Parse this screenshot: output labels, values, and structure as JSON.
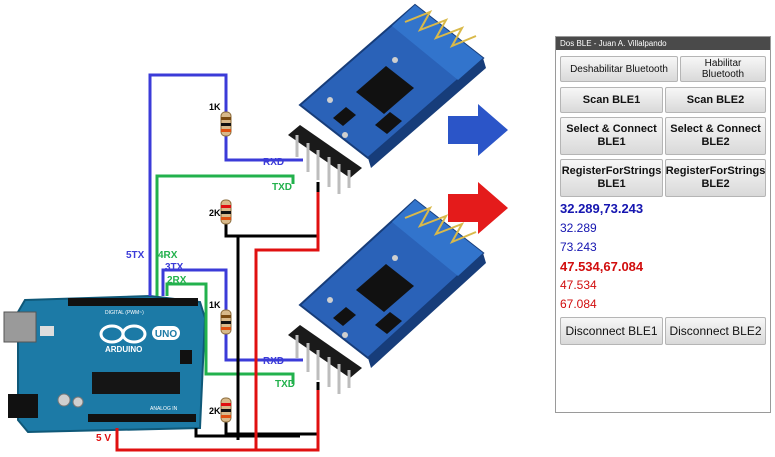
{
  "colors": {
    "blue_wire": "#3b3bd8",
    "green_wire": "#22b14c",
    "red_wire": "#e01010",
    "black_wire": "#000000",
    "ble1_text": "#1515b0",
    "ble2_text": "#d10d0d",
    "arrow_blue": "#2b55c8",
    "arrow_red": "#e41b1b"
  },
  "wiring": {
    "tx_label": "5TX",
    "rx_label": "4RX",
    "tx2_label": "3TX",
    "rx2_label": "2RX",
    "vcc_label": "5 V",
    "module1_rxd": "RXD",
    "module1_txd": "TXD",
    "module2_rxd": "RXD",
    "module2_txd": "TXD",
    "r1_top": "1K",
    "r1_bottom": "2K",
    "r2_top": "1K",
    "r2_bottom": "2K"
  },
  "board": {
    "brand": "ARDUINO",
    "model": "UNO",
    "digital_label": "DIGITAL (PWM~)",
    "analog_label": "ANALOG IN"
  },
  "app": {
    "title": "Dos BLE - Juan A. Villalpando",
    "btn_disable_bt": "Deshabilitar Bluetooth",
    "btn_enable_bt": "Habilitar Bluetooth",
    "btn_scan1": "Scan BLE1",
    "btn_scan2": "Scan BLE2",
    "btn_select1": "Select & Connect BLE1",
    "btn_select2": "Select & Connect BLE2",
    "btn_register1": "RegisterForStrings BLE1",
    "btn_register2": "RegisterForStrings BLE2",
    "ble1_combined": "32.289,73.243",
    "ble1_val1": "32.289",
    "ble1_val2": "73.243",
    "ble2_combined": "47.534,67.084",
    "ble2_val1": "47.534",
    "ble2_val2": "67.084",
    "btn_disconnect1": "Disconnect BLE1",
    "btn_disconnect2": "Disconnect BLE2"
  }
}
